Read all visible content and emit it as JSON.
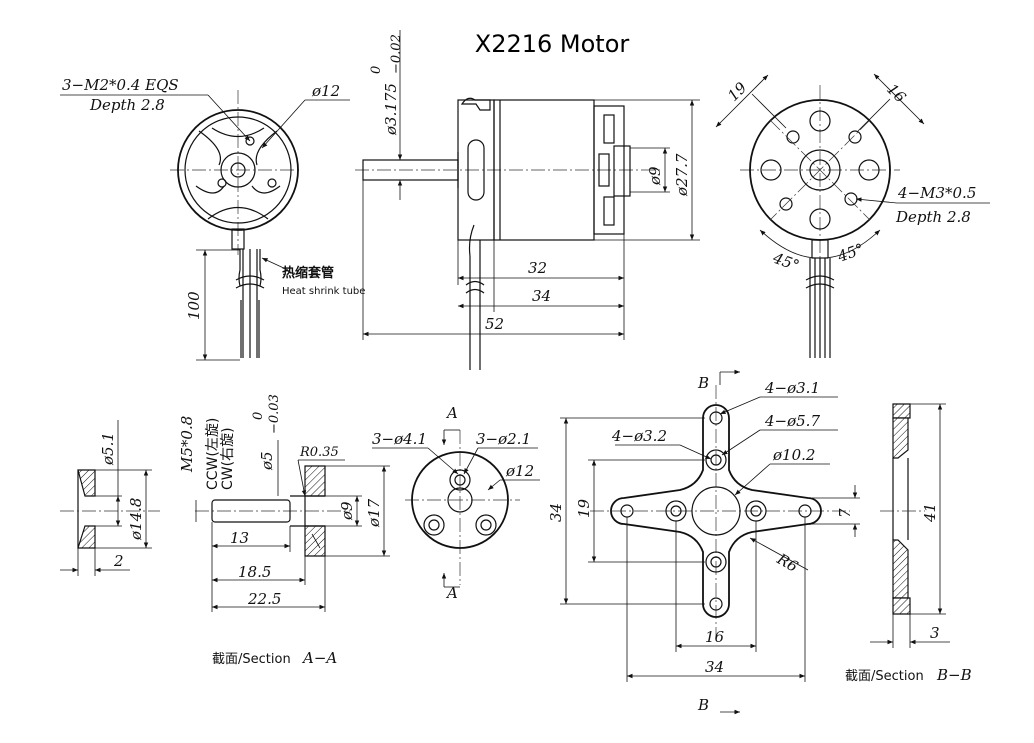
{
  "title": "X2216 Motor",
  "front_view": {
    "hole_spec": "3−M2*0.4  EQS",
    "hole_depth": "Depth  2.8",
    "diameter": "ø12",
    "heat_shrink_cn": "热缩套管",
    "heat_shrink_en": "Heat shrink tube",
    "lead_length": "100"
  },
  "side_view": {
    "shaft_dia": "ø3.175",
    "shaft_tol_upper": "0",
    "shaft_tol_lower": "−0.02",
    "dia_9": "ø9",
    "dia_27_7": "ø27.7",
    "len_32": "32",
    "len_34": "34",
    "len_52": "52"
  },
  "rear_view": {
    "dim_19": "19",
    "dim_16": "16",
    "hole_spec": "4−M3*0.5",
    "hole_depth": "Depth  2.8",
    "angle_left": "45°",
    "angle_right": "45°"
  },
  "prop_adapter": {
    "thread": "M5*0.8",
    "ccw": "CCW(左旋)",
    "cw": "CW(右旋)",
    "dia_5": "ø5",
    "dia5_tol_upper": "0",
    "dia5_tol_lower": "−0.03",
    "radius": "R0.35",
    "dia_9": "ø9",
    "dia_17": "ø17",
    "len_13": "13",
    "len_18_5": "18.5",
    "len_22_5": "22.5"
  },
  "washer": {
    "dia_5_1": "ø5.1",
    "dia_14_8": "ø14.8",
    "thickness": "2"
  },
  "adapter_front": {
    "section_mark": "A",
    "holes_4_1": "3−ø4.1",
    "holes_2_1": "3−ø2.1",
    "dia_12": "ø12"
  },
  "section_a_label_cn": "截面/Section",
  "section_a_label_id": "A−A",
  "mount": {
    "section_mark": "B",
    "holes_3_1": "4−ø3.1",
    "holes_5_7": "4−ø5.7",
    "holes_3_2": "4−ø3.2",
    "dia_10_2": "ø10.2",
    "dim_34_v": "34",
    "dim_19_v": "19",
    "dim_7": "7",
    "radius": "R6",
    "dim_16_h": "16",
    "dim_34_h": "34"
  },
  "section_b": {
    "dim_41": "41",
    "thickness": "3",
    "label_cn": "截面/Section",
    "label_id": "B−B"
  }
}
